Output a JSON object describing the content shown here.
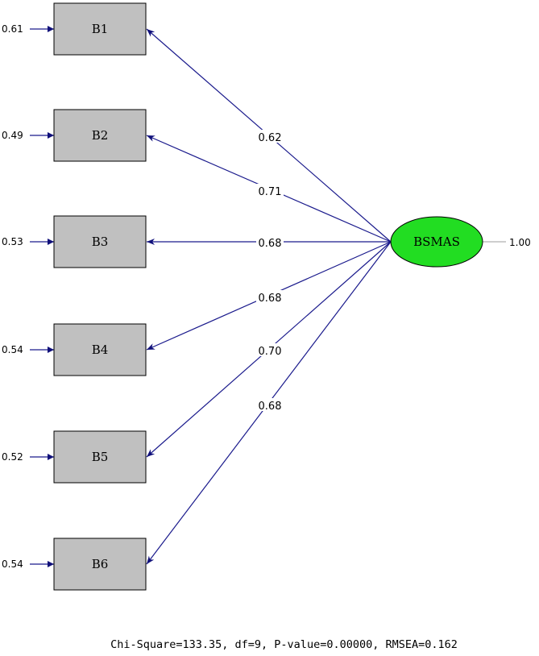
{
  "latent": {
    "label": "BSMAS",
    "variance": "1.00",
    "fill_color": "#22dd22"
  },
  "indicators": [
    {
      "label": "B1",
      "error": "0.61",
      "loading": "0.62"
    },
    {
      "label": "B2",
      "error": "0.49",
      "loading": "0.71"
    },
    {
      "label": "B3",
      "error": "0.53",
      "loading": "0.68"
    },
    {
      "label": "B4",
      "error": "0.54",
      "loading": "0.68"
    },
    {
      "label": "B5",
      "error": "0.52",
      "loading": "0.70"
    },
    {
      "label": "B6",
      "error": "0.54",
      "loading": "0.68"
    }
  ],
  "fit_stats": "Chi-Square=133.35, df=9, P-value=0.00000, RMSEA=0.162",
  "colors": {
    "box_fill": "#c0c0c0",
    "path": "#1a1a8c",
    "latent": "#22dd22"
  }
}
